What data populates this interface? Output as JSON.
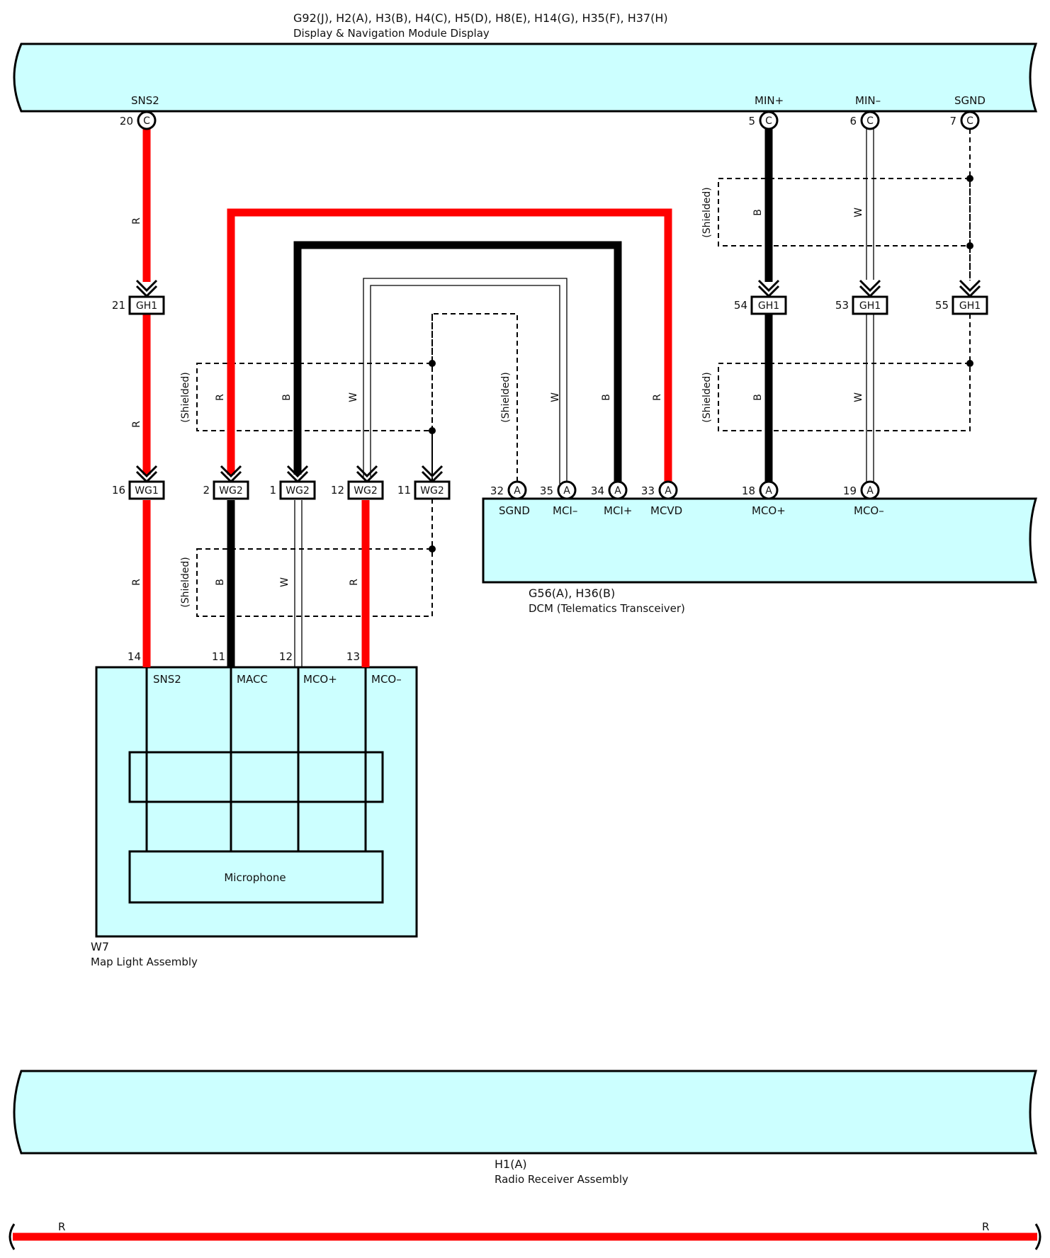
{
  "components": {
    "display": {
      "codes": "G92(J), H2(A), H3(B), H4(C), H5(D), H8(E), H14(G), H35(F), H37(H)",
      "name": "Display & Navigation Module Display",
      "pins": [
        {
          "num": "20",
          "letter": "C",
          "name": "SNS2"
        },
        {
          "num": "5",
          "letter": "C",
          "name": "MIN+"
        },
        {
          "num": "6",
          "letter": "C",
          "name": "MIN–"
        },
        {
          "num": "7",
          "letter": "C",
          "name": "SGND"
        }
      ]
    },
    "dcm": {
      "codes": "G56(A), H36(B)",
      "name": "DCM (Telematics Transceiver)",
      "pins": [
        {
          "num": "32",
          "letter": "A",
          "name": "SGND"
        },
        {
          "num": "35",
          "letter": "A",
          "name": "MCI–"
        },
        {
          "num": "34",
          "letter": "A",
          "name": "MCI+"
        },
        {
          "num": "33",
          "letter": "A",
          "name": "MCVD"
        },
        {
          "num": "18",
          "letter": "A",
          "name": "MCO+"
        },
        {
          "num": "19",
          "letter": "A",
          "name": "MCO–"
        }
      ]
    },
    "map_light": {
      "codes": "W7",
      "name": "Map Light Assembly",
      "pins": [
        {
          "num": "14",
          "name": "SNS2"
        },
        {
          "num": "11",
          "name": "MACC"
        },
        {
          "num": "12",
          "name": "MCO+"
        },
        {
          "num": "13",
          "name": "MCO–"
        }
      ],
      "microphone": "Microphone"
    },
    "radio": {
      "codes": "H1(A)",
      "name": "Radio Receiver Assembly"
    }
  },
  "junctions": {
    "gh1": [
      {
        "num": "21",
        "label": "GH1"
      },
      {
        "num": "54",
        "label": "GH1"
      },
      {
        "num": "53",
        "label": "GH1"
      },
      {
        "num": "55",
        "label": "GH1"
      }
    ],
    "wg": [
      {
        "num": "16",
        "label": "WG1"
      },
      {
        "num": "2",
        "label": "WG2"
      },
      {
        "num": "1",
        "label": "WG2"
      },
      {
        "num": "12",
        "label": "WG2"
      },
      {
        "num": "11",
        "label": "WG2"
      }
    ]
  },
  "wire_colors": {
    "r": "R",
    "b": "B",
    "w": "W"
  },
  "shielded_label": "(Shielded)",
  "colors": {
    "red": "#ff0000",
    "black": "#000000",
    "component_fill": "#ccffff"
  }
}
